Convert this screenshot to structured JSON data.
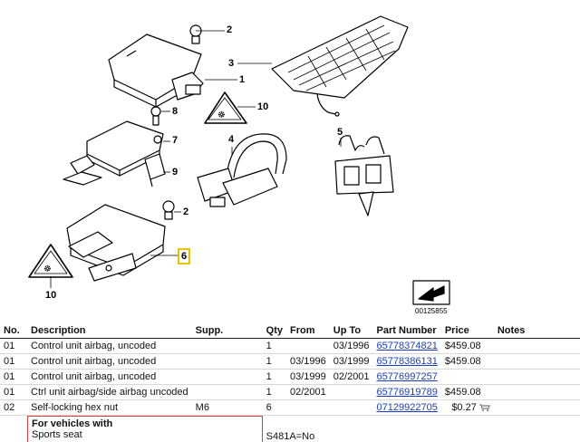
{
  "diagram": {
    "callouts": [
      "1",
      "2",
      "3",
      "4",
      "5",
      "6",
      "7",
      "8",
      "9",
      "10",
      "2",
      "10"
    ],
    "image_code": "00125855",
    "selected_callout": "6"
  },
  "table": {
    "headers": {
      "no": "No.",
      "description": "Description",
      "supp": "Supp.",
      "qty": "Qty",
      "from": "From",
      "up_to": "Up To",
      "part_number": "Part Number",
      "price": "Price",
      "notes": "Notes"
    },
    "rows": [
      {
        "no": "01",
        "description": "Control unit airbag, uncoded",
        "supp": "",
        "qty": "1",
        "from": "",
        "up_to": "03/1996",
        "part_number": "65778374821",
        "price": "$459.08"
      },
      {
        "no": "01",
        "description": "Control unit airbag, uncoded",
        "supp": "",
        "qty": "1",
        "from": "03/1996",
        "up_to": "03/1999",
        "part_number": "65778386131",
        "price": "$459.08"
      },
      {
        "no": "01",
        "description": "Control unit airbag, uncoded",
        "supp": "",
        "qty": "1",
        "from": "03/1999",
        "up_to": "02/2001",
        "part_number": "65776997257",
        "price": ""
      },
      {
        "no": "01",
        "description": "Ctrl unit airbag/side airbag uncoded",
        "supp": "",
        "qty": "1",
        "from": "02/2001",
        "up_to": "",
        "part_number": "65776919789",
        "price": "$459.08"
      },
      {
        "no": "02",
        "description": "Self-locking hex nut",
        "supp": "M6",
        "qty": "6",
        "from": "",
        "up_to": "",
        "part_number": "07129922705",
        "price": "$0.27"
      }
    ],
    "note": {
      "title": "For vehicles with",
      "item": "Sports seat",
      "value": "S481A=No"
    }
  }
}
